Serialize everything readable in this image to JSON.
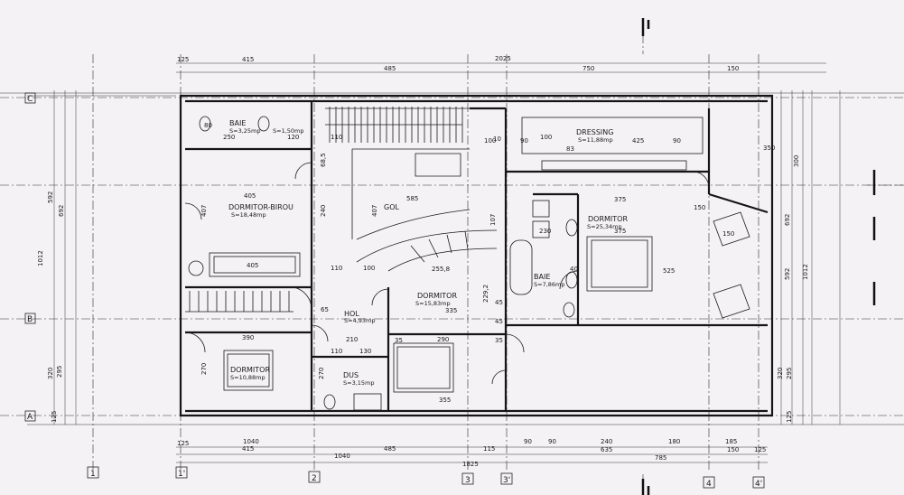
{
  "axes": {
    "columns": [
      "1",
      "1'",
      "2",
      "3",
      "3'",
      "4",
      "4'"
    ],
    "rows": [
      "A",
      "B",
      "C"
    ]
  },
  "rooms": [
    {
      "key": "baie1",
      "name": "BAIE",
      "area": "S=3,25mp"
    },
    {
      "key": "dus_small",
      "name": "",
      "area": "S=1,50mp"
    },
    {
      "key": "dormitor_birou",
      "name": "DORMITOR-BIROU",
      "area": "S=18,48mp"
    },
    {
      "key": "gol",
      "name": "GOL",
      "area": ""
    },
    {
      "key": "dressing",
      "name": "DRESSING",
      "area": "S=11,88mp"
    },
    {
      "key": "dormitor_large",
      "name": "DORMITOR",
      "area": "S=25,34mp"
    },
    {
      "key": "baie2",
      "name": "BAIE",
      "area": "S=7,86mp"
    },
    {
      "key": "dormitor_mid",
      "name": "DORMITOR",
      "area": "S=15,83mp"
    },
    {
      "key": "hol",
      "name": "HOL",
      "area": "S=4,93mp"
    },
    {
      "key": "dormitor_small",
      "name": "DORMITOR",
      "area": "S=10,88mp"
    },
    {
      "key": "dus",
      "name": "DUS",
      "area": "S=3,15mp"
    }
  ],
  "dimensions": {
    "top_row1": [
      "125",
      "415",
      "485",
      "2025",
      "750",
      "150"
    ],
    "bottom_row1": [
      "125",
      "415",
      "485",
      "115",
      "90",
      "90",
      "240",
      "635",
      "180",
      "185",
      "150",
      "125"
    ],
    "bottom_row2": [
      "1040",
      "1040",
      "1825",
      "785"
    ],
    "left": [
      "1012",
      "592",
      "692",
      "320",
      "295",
      "125"
    ],
    "right": [
      "1012",
      "592",
      "692",
      "350",
      "300",
      "320",
      "295",
      "125"
    ],
    "interior": [
      "250",
      "120",
      "110",
      "100",
      "90",
      "100",
      "83",
      "425",
      "90",
      "405",
      "407",
      "585",
      "240",
      "407",
      "375",
      "375",
      "150",
      "525",
      "405",
      "110",
      "100",
      "255,8",
      "335",
      "230",
      "40",
      "65",
      "390",
      "210",
      "130",
      "270",
      "290",
      "355",
      "270",
      "110",
      "45",
      "45",
      "35",
      "35",
      "10",
      "80",
      "68,5",
      "107",
      "229,2",
      "150"
    ]
  }
}
